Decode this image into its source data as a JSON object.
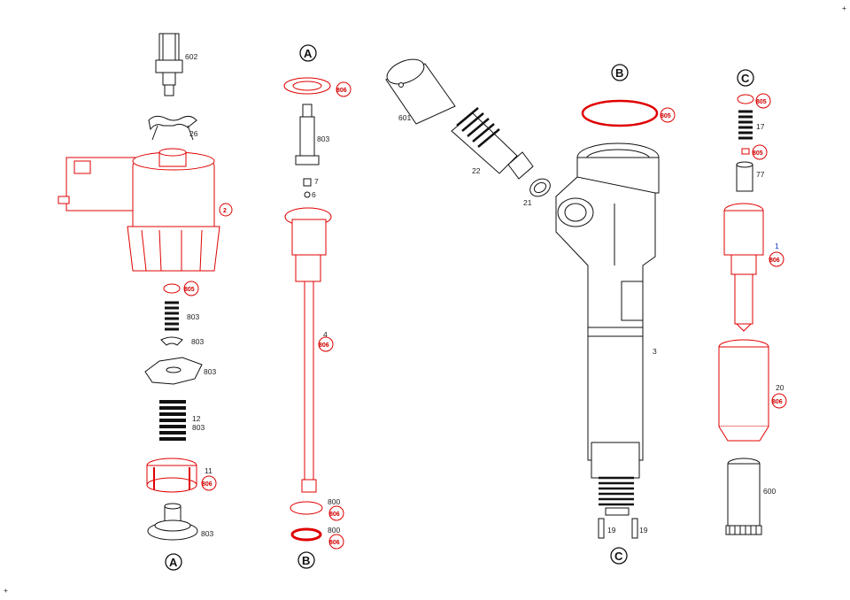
{
  "markers": {
    "tr": "+",
    "bl": "+"
  },
  "labels": {
    "p602": "602",
    "p26": "26",
    "p2": "2",
    "p805a": "805",
    "p803a": "803",
    "p803b": "803",
    "p803c": "803",
    "p12": "12",
    "p803d": "803",
    "p11": "11",
    "p806a": "806",
    "p803e": "803",
    "refA_bottom": "A",
    "refA_top": "A",
    "p806b": "806",
    "p803f": "803",
    "p7": "7",
    "p6": "6",
    "p4": "4",
    "p806c": "806",
    "p800a": "800",
    "p806d": "806",
    "p800b": "800",
    "p806e": "806",
    "refB_left": "B",
    "p601": "601",
    "p22": "22",
    "p21": "21",
    "refB_top": "B",
    "p805b": "805",
    "p3": "3",
    "p19a": "19",
    "p19b": "19",
    "refC_bottom": "C",
    "refC_top": "C",
    "p805c": "805",
    "p17": "17",
    "p805d": "805",
    "p77": "77",
    "p1": "1",
    "p806f": "806",
    "p20": "20",
    "p806g": "806",
    "p600": "600"
  },
  "colors": {
    "red": "#e00000",
    "black": "#111111",
    "blue": "#1030c0"
  }
}
